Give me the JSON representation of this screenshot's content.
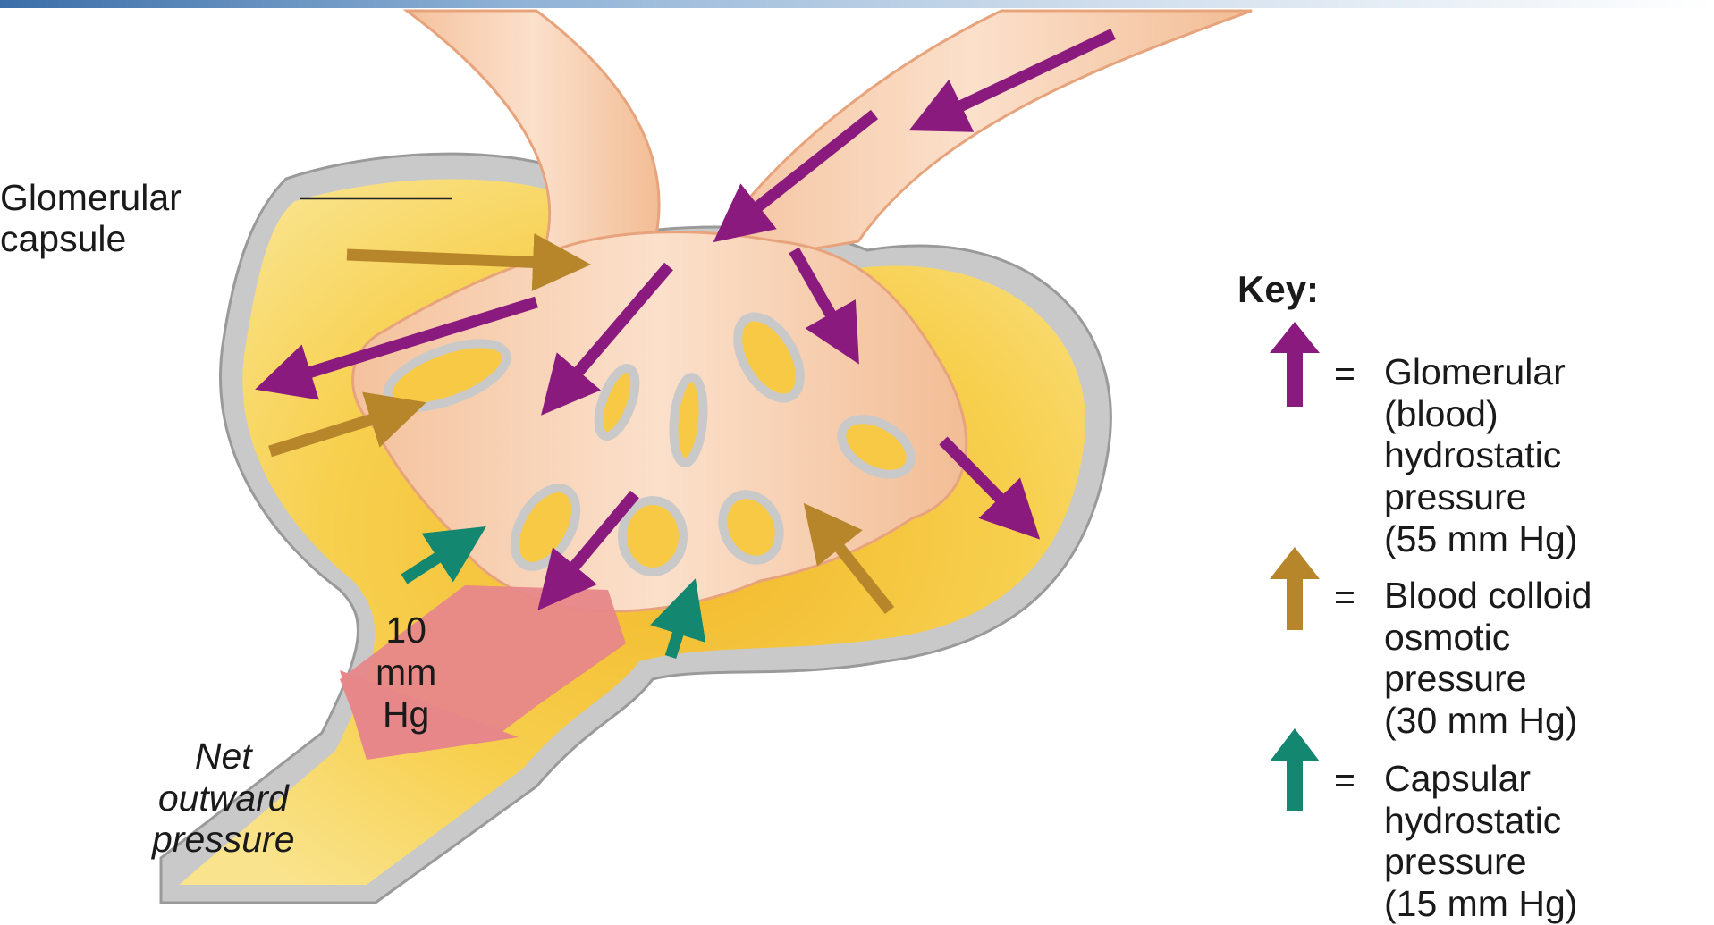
{
  "labels": {
    "capsule": "Glomerular\ncapsule",
    "net_value": "10\nmm\nHg",
    "net_caption": "Net\noutward\npressure"
  },
  "key": {
    "title": "Key:",
    "equals": "=",
    "items": [
      {
        "text": "Glomerular\n(blood)\nhydrostatic\npressure\n(55 mm Hg)",
        "color": "#8b1a7e"
      },
      {
        "text": "Blood colloid\nosmotic\npressure\n(30 mm Hg)",
        "color": "#b8862a"
      },
      {
        "text": "Capsular\nhydrostatic\npressure\n(15 mm Hg)",
        "color": "#13876f"
      }
    ]
  },
  "colors": {
    "vessel": "#f6c9a8",
    "capsule_fill": "#f6d15a",
    "capsule_wall": "#b9b9b9",
    "net_arrow": "#e7878a",
    "glomerular_arrow": "#8b1a7e",
    "osmotic_arrow": "#b8862a",
    "capsular_arrow": "#13876f"
  },
  "icons": [
    "glomerular-pressure-arrow-icon",
    "osmotic-pressure-arrow-icon",
    "capsular-pressure-arrow-icon",
    "net-pressure-arrow-icon"
  ]
}
